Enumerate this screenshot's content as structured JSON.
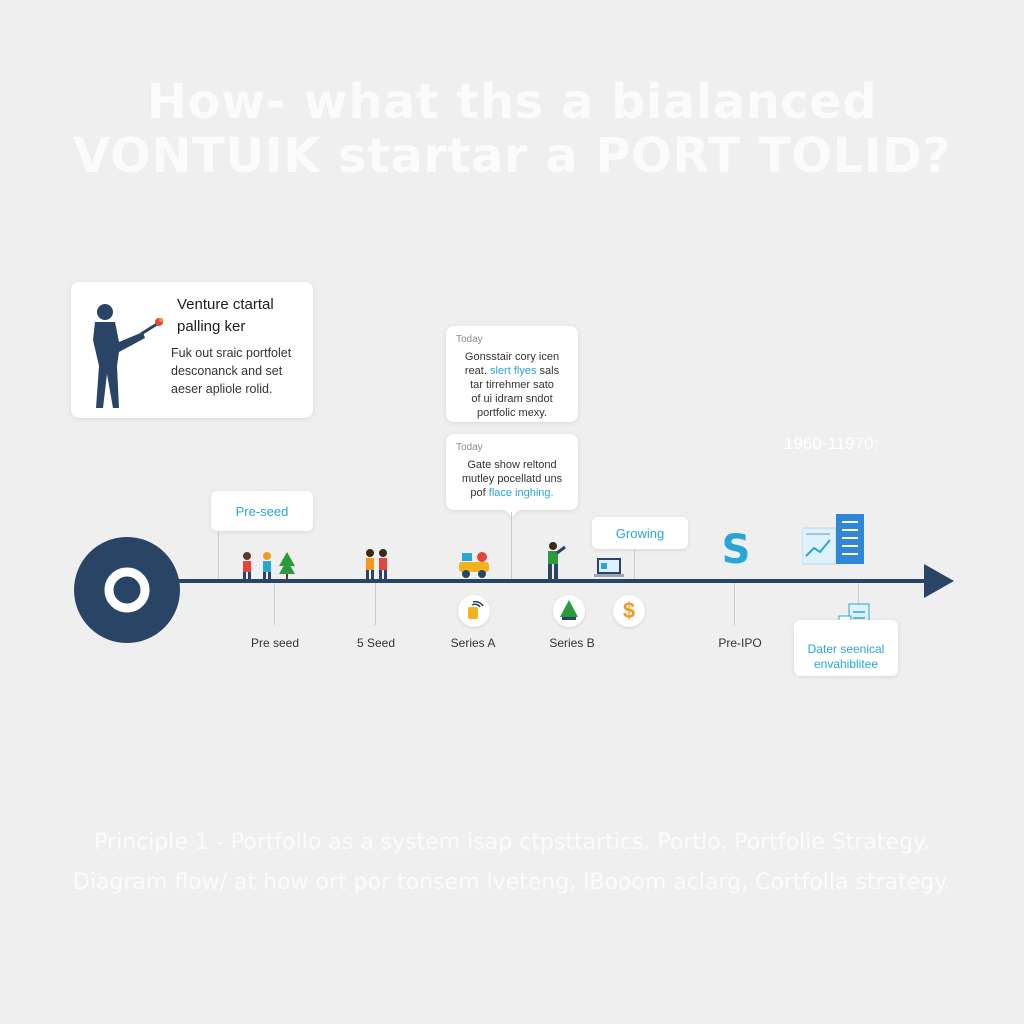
{
  "header": {
    "title_line1": "How- what ths a bialanced",
    "title_line2": "VONTUIK startar a PORT TOLID?"
  },
  "hero_card": {
    "title_line1": "Venture ctartal",
    "title_line2": "palling ker",
    "body": "Fuk out sraic portfolet desconanck and set aeser apliole rolid."
  },
  "callouts": [
    {
      "label": "Today",
      "line1": "Gonsstair cory icen",
      "line2_pre": "reat. ",
      "line2_highlight": "slert flyes",
      "line2_post": " sals",
      "line3": "tar tirrehmer sato",
      "line4": "of ui idram sndot",
      "line5": "portfolic mexy."
    },
    {
      "label": "Today",
      "line1": "Gate show reltond",
      "line2": "mutley pocellatd uns",
      "line3_pre": "pof ",
      "line3_highlight": "flace inghing."
    }
  ],
  "timeline": {
    "date_range": "1960-11970:",
    "badges": {
      "pre_seed": "Pre-seed",
      "growing": "Growing",
      "details": "Dater seenical envahiblitee"
    },
    "stages": [
      "Pre seed",
      "5 Seed",
      "Series A",
      "Series B",
      "Pre-IPO"
    ],
    "ipo_symbol": "S",
    "dollar_symbol": "$"
  },
  "footer": {
    "line1": "Principle 1 - Portfollo as a system isap ctpsttartics. Portlo. Portfolie Strategy.",
    "line2": "Diagram flow/ at how ort por tonsem lveteng, lBooom aclarg, Cortfolla strategy."
  },
  "colors": {
    "background": "#efefef",
    "navy": "#2a4466",
    "accent": "#2aa6d6",
    "orange": "#f29a1e",
    "green": "#2c9a3c",
    "red": "#e2453b"
  }
}
